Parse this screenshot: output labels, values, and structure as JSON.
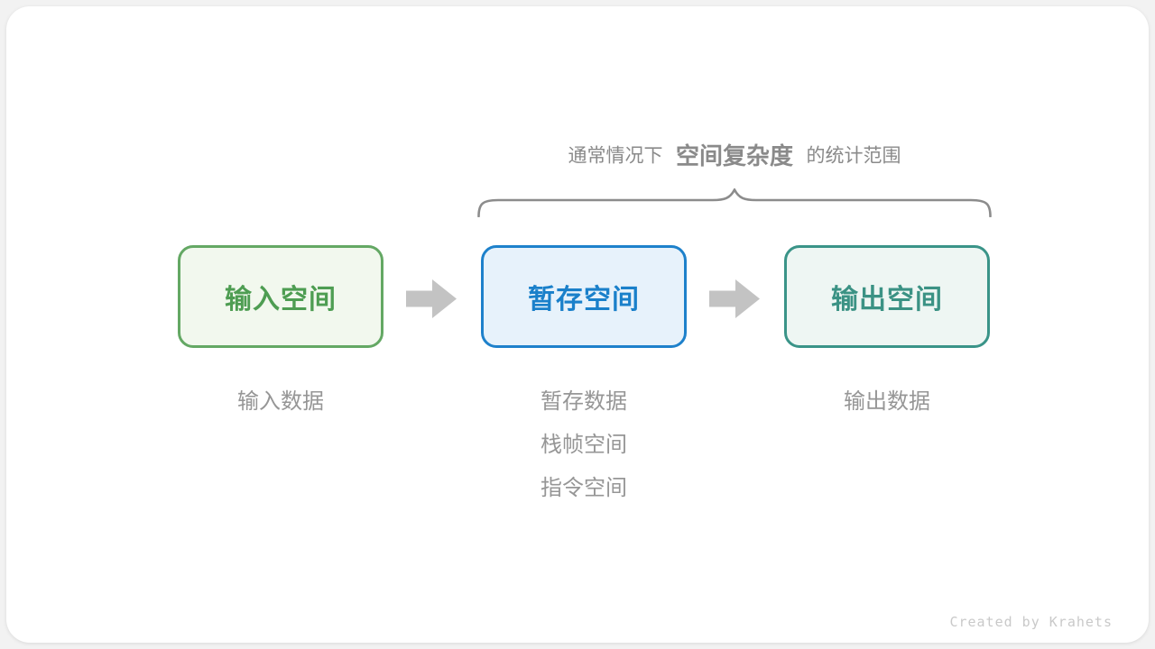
{
  "caption": {
    "prefix": "通常情况下",
    "highlight": "空间复杂度",
    "suffix": "的统计范围",
    "color": "#8a8a8a"
  },
  "brace": {
    "color": "#8c8c8c"
  },
  "boxes": [
    {
      "id": "input-space",
      "label": "输入空间",
      "border_color": "#64a864",
      "bg_color": "#f2f8ee",
      "text_color": "#4e9d52"
    },
    {
      "id": "temp-space",
      "label": "暂存空间",
      "border_color": "#1e81cb",
      "bg_color": "#e7f2fb",
      "text_color": "#1a80ca"
    },
    {
      "id": "output-space",
      "label": "输出空间",
      "border_color": "#3a9488",
      "bg_color": "#eef6f3",
      "text_color": "#3b9284"
    }
  ],
  "arrows": {
    "color": "#c3c3c3"
  },
  "sublabels": [
    {
      "box": "input-space",
      "lines": [
        "输入数据"
      ]
    },
    {
      "box": "temp-space",
      "lines": [
        "暂存数据",
        "栈帧空间",
        "指令空间"
      ]
    },
    {
      "box": "output-space",
      "lines": [
        "输出数据"
      ]
    }
  ],
  "watermark": {
    "text": "Created by Krahets",
    "color": "#c9c9c9"
  }
}
